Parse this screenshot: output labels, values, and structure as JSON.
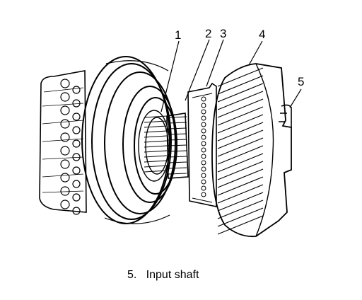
{
  "diagram": {
    "callouts": [
      {
        "label": "1",
        "part": "item-1"
      },
      {
        "label": "2",
        "part": "item-2"
      },
      {
        "label": "3",
        "part": "item-3"
      },
      {
        "label": "4",
        "part": "item-4"
      },
      {
        "label": "5",
        "part": "item-5"
      }
    ],
    "caption": "5.   Input shaft"
  },
  "colors": {
    "ink": "#000000",
    "paper": "#ffffff"
  }
}
